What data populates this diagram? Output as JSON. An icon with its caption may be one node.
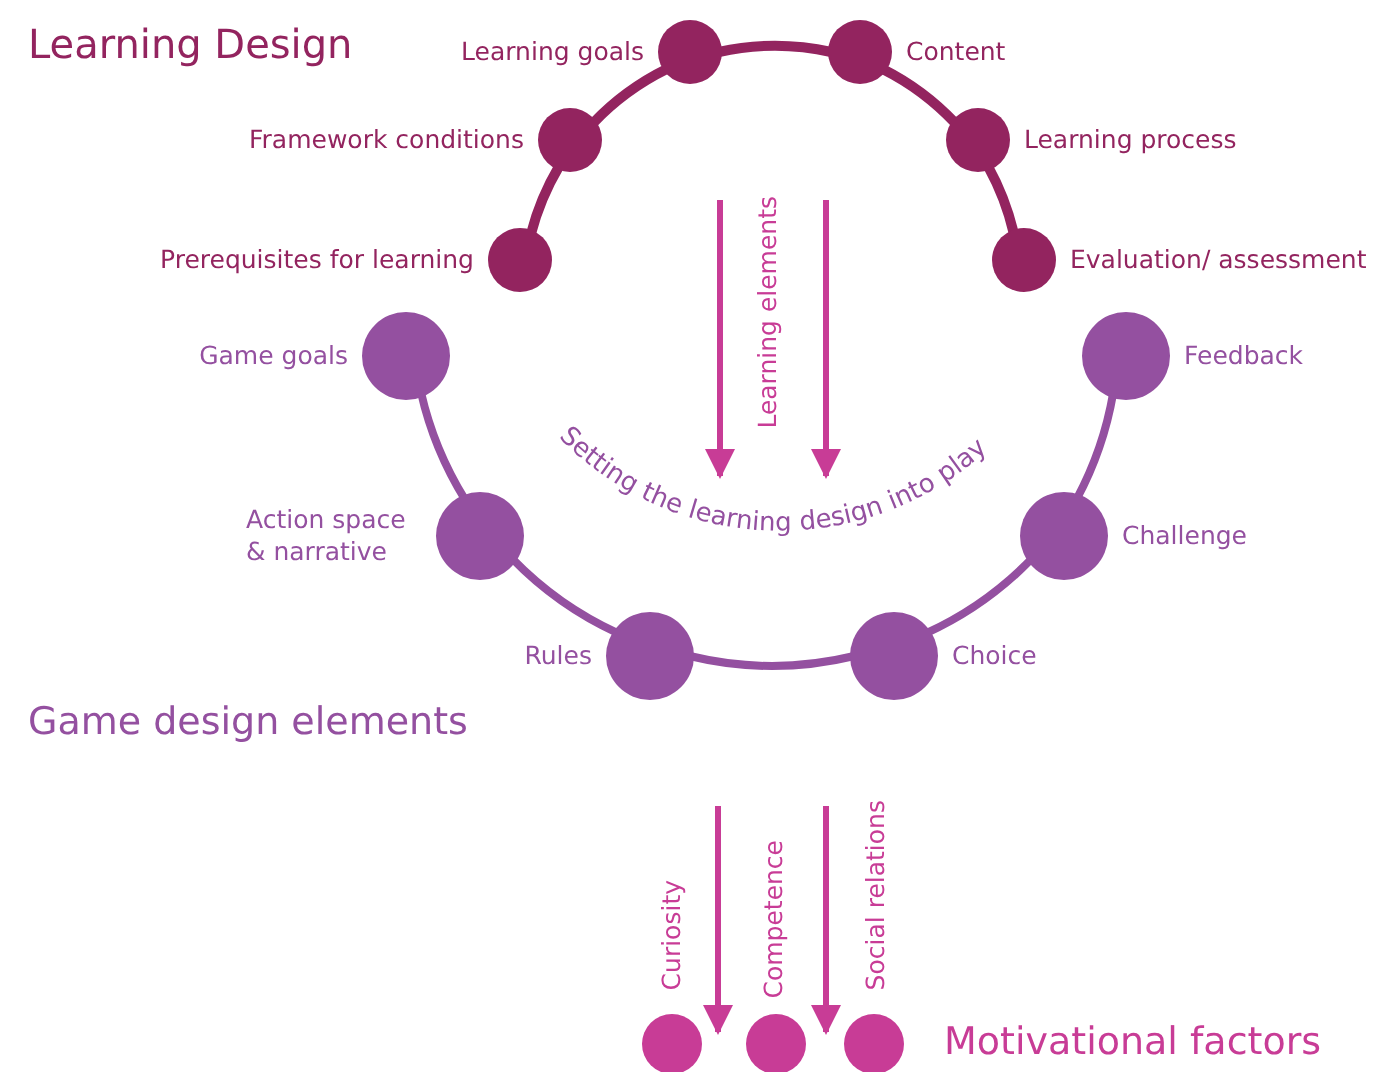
{
  "diagram": {
    "nodes": [
      {
        "text": [],
        "shape": "circle",
        "beside": [
          "Learning goals"
        ]
      },
      {
        "text": [],
        "shape": "circle",
        "beside": [
          "Content"
        ]
      },
      {
        "text": [],
        "shape": "circle",
        "beside": [
          "Framework conditions"
        ]
      },
      {
        "text": [],
        "shape": "circle",
        "beside": [
          "Learning process"
        ]
      },
      {
        "text": [],
        "shape": "circle",
        "beside": [
          "Prerequisites for learning"
        ]
      },
      {
        "text": [],
        "shape": "circle",
        "beside": [
          "Evaluation/ assessment"
        ]
      },
      {
        "text": [],
        "shape": "circle",
        "beside": [
          "Game goals"
        ]
      },
      {
        "text": [],
        "shape": "circle",
        "beside": [
          "Feedback"
        ]
      },
      {
        "text": [],
        "shape": "circle",
        "beside": [
          "Action space & narrative"
        ]
      },
      {
        "text": [],
        "shape": "circle",
        "beside": [
          "Challenge"
        ]
      },
      {
        "text": [],
        "shape": "circle",
        "beside": [
          "Rules"
        ]
      },
      {
        "text": [],
        "shape": "circle",
        "beside": [
          "Choice"
        ]
      },
      {
        "text": [],
        "shape": "circle"
      },
      {
        "text": [],
        "shape": "circle"
      },
      {
        "text": [],
        "shape": "circle"
      }
    ],
    "edges": [
      {
        "from": 4,
        "to": 2,
        "arrow": "none"
      },
      {
        "from": 2,
        "to": 0,
        "arrow": "none"
      },
      {
        "from": 0,
        "to": 1,
        "arrow": "none"
      },
      {
        "from": 1,
        "to": 3,
        "arrow": "none"
      },
      {
        "from": 3,
        "to": 5,
        "arrow": "none"
      },
      {
        "from": 6,
        "to": 8,
        "arrow": "none"
      },
      {
        "from": 8,
        "to": 10,
        "arrow": "none"
      },
      {
        "from": 10,
        "to": 11,
        "arrow": "none"
      },
      {
        "from": 11,
        "to": 9,
        "arrow": "none"
      },
      {
        "from": 9,
        "to": 7,
        "arrow": "none"
      }
    ],
    "labels": [
      "Learning Design",
      "Learning elements",
      "Setting the learning design into play",
      "Game design elements",
      "Curiosity",
      "Competence",
      "Social relations",
      "Motivational factors"
    ]
  }
}
